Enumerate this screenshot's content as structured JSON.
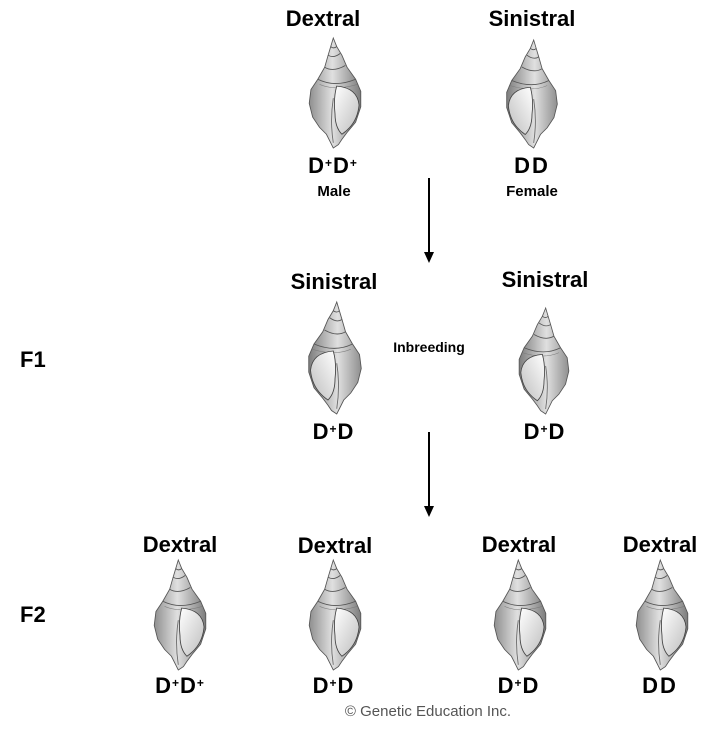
{
  "parents": {
    "left": {
      "phenotype": "Dextral",
      "allele1": "D",
      "sup1": "+",
      "allele2": "D",
      "sup2": "+",
      "sex": "Male"
    },
    "right": {
      "phenotype": "Sinistral",
      "allele1": "D",
      "sup1": "",
      "allele2": "D",
      "sup2": "",
      "sex": "Female"
    }
  },
  "f1": {
    "label": "F1",
    "cross_label": "Inbreeding",
    "left": {
      "phenotype": "Sinistral",
      "allele1": "D",
      "sup1": "+",
      "allele2": "D",
      "sup2": ""
    },
    "right": {
      "phenotype": "Sinistral",
      "allele1": "D",
      "sup1": "+",
      "allele2": "D",
      "sup2": ""
    }
  },
  "f2": {
    "label": "F2",
    "offspring": [
      {
        "phenotype": "Dextral",
        "allele1": "D",
        "sup1": "+",
        "allele2": "D",
        "sup2": "+"
      },
      {
        "phenotype": "Dextral",
        "allele1": "D",
        "sup1": "+",
        "allele2": "D",
        "sup2": ""
      },
      {
        "phenotype": "Dextral",
        "allele1": "D",
        "sup1": "+",
        "allele2": "D",
        "sup2": ""
      },
      {
        "phenotype": "Dextral",
        "allele1": "D",
        "sup1": "",
        "allele2": "D",
        "sup2": ""
      }
    ]
  },
  "copyright": "© Genetic Education Inc.",
  "colors": {
    "shell_fill": "#d9d9d9",
    "shell_shade": "#9a9a9a",
    "shell_line": "#555555",
    "aperture": "#f2f2f2"
  }
}
